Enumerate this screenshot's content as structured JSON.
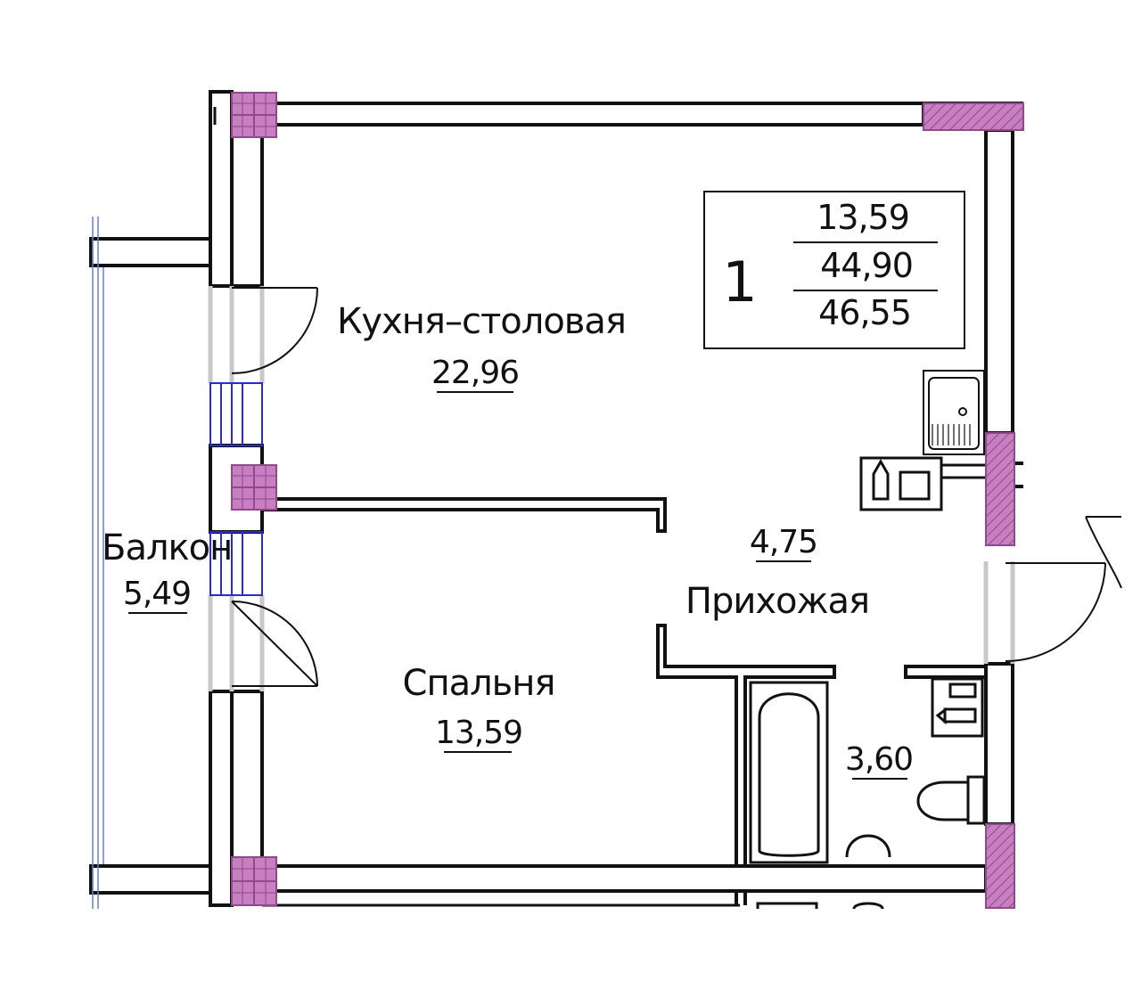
{
  "plan": {
    "apartment_rooms": "1",
    "area_living": "13,59",
    "area_total": "44,90",
    "area_with_balcony": "46,55"
  },
  "rooms": {
    "kitchen": {
      "name": "Кухня–столовая",
      "area": "22,96"
    },
    "balcony": {
      "name": "Балкон",
      "area": "5,49"
    },
    "hallway": {
      "name": "Прихожая",
      "area": "4,75"
    },
    "bedroom": {
      "name": "Спальня",
      "area": "13,59"
    },
    "bathroom": {
      "area": "3,60"
    }
  },
  "colors": {
    "wall": "#111111",
    "column_fill": "#c77fc2",
    "column_stroke": "#9a4f95",
    "window": "#2a2ad6",
    "opening": "#c8c8c8",
    "fixture": "#111111"
  }
}
